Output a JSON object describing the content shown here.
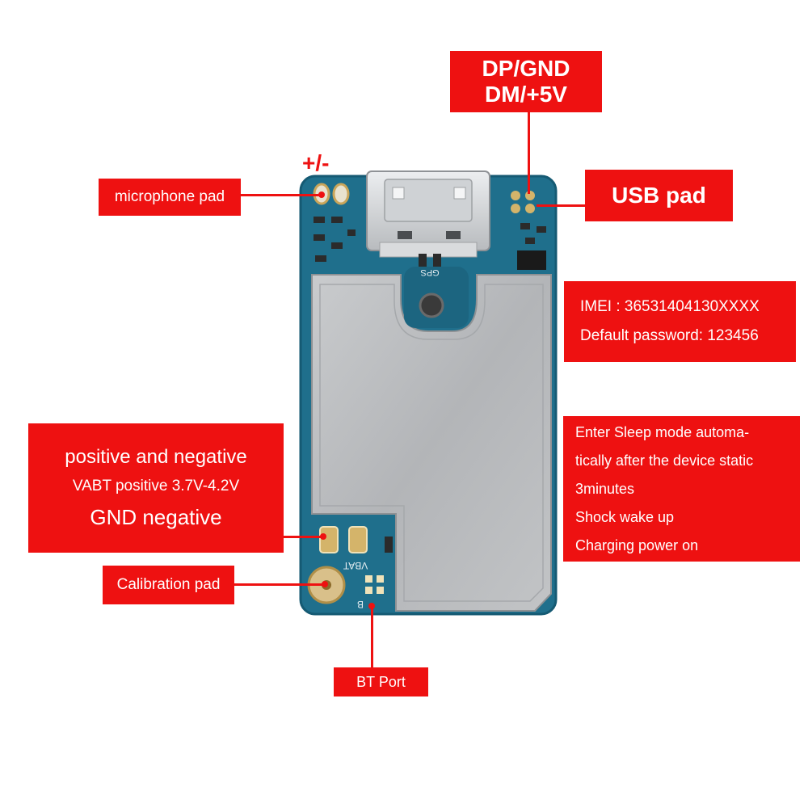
{
  "labels": {
    "usb_pins": [
      "DP/GND",
      "DM/+5V"
    ],
    "usb_pad": "USB pad",
    "mic_polarity": "+/-",
    "microphone_pad": "microphone pad",
    "imei": "IMEI : 36531404130XXXX",
    "default_password": "Default password: 123456",
    "battery": {
      "title": "positive and negative",
      "vbat": "VABT positive 3.7V-4.2V",
      "gnd": "GND negative"
    },
    "sleep_lines": [
      "Enter Sleep mode automa-",
      "tically after the device static",
      "3minutes",
      "Shock wake up",
      "Charging power on"
    ],
    "calibration_pad": "Calibration pad",
    "bt_port": "BT Port"
  },
  "board_text": {
    "gps": "GPS",
    "vbat": "VBAT",
    "b": "B"
  },
  "colors": {
    "label_bg": "#ee1111",
    "label_text": "#ffffff",
    "pcb": "#1f6f8c",
    "shield": "#b9bbbd",
    "usb_metal": "#d6d8da",
    "gold": "#c9a55a"
  }
}
